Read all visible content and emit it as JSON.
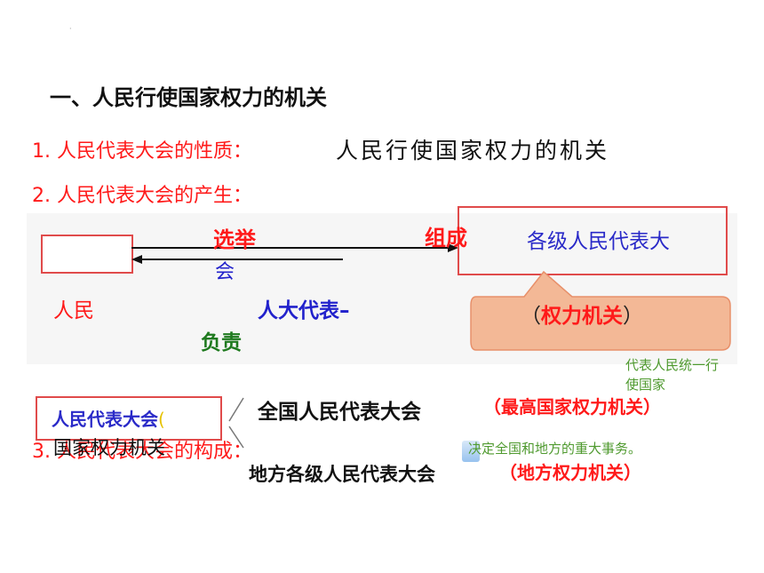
{
  "slide": {
    "dot": "·",
    "heading": "一、人民行使国家权力的机关",
    "q1_label": "1. 人民代表大会的性质：",
    "q1_answer": "人民行使国家权力的机关",
    "q2_label": "2. 人民代表大会的产生：",
    "diagram": {
      "elect": "选举",
      "elect_tail": "会",
      "compose": "组成",
      "levels": "各级人民代表大",
      "people": "人民",
      "deputy": "人大代表–",
      "responsible": "负责",
      "power_open": "（",
      "power": "权力机关",
      "power_close": "）"
    },
    "side_note": "代表人民统一行使国家",
    "npc": {
      "label": "人民代表大会",
      "paren": "("
    },
    "q3_label": "3. 人民代表大会的构成：",
    "q3_overlap": "国家权力机关",
    "national": "全国人民代表大会",
    "highest": "（最高国家权力机关）",
    "decide": "决定全国和地方的重大事务。",
    "local": "地方各级人民代表大会",
    "local_power": "（地方权力机关）"
  },
  "colors": {
    "red": "#ff1a1a",
    "blue": "#2a2ac8",
    "green": "#4f9a2f",
    "callout": "#f3b896",
    "box_border": "#e04b4b"
  }
}
